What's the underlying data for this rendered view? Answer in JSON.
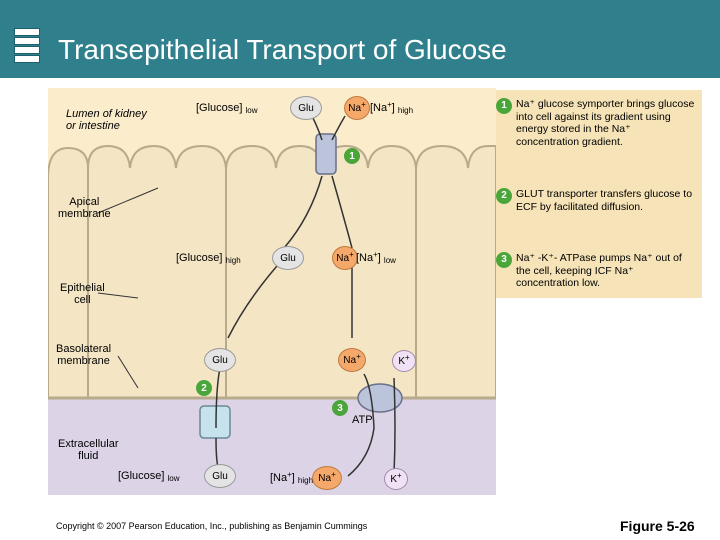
{
  "header": {
    "title": "Transepithelial Transport of Glucose"
  },
  "labels": {
    "lumen": "Lumen of kidney\nor intestine",
    "apical": "Apical\nmembrane",
    "epithelial": "Epithelial\ncell",
    "basolateral": "Basolateral\nmembrane",
    "ecf": "Extracellular\nfluid"
  },
  "lumen": {
    "glucose_label": "[Glucose]",
    "glucose_sub": "low",
    "glu": "Glu",
    "na": "Na",
    "na_sup": "+",
    "na_conc": "[Na",
    "na_conc_close": "]",
    "na_conc_sub": "high"
  },
  "cell": {
    "glucose_label": "[Glucose]",
    "glucose_sub": "high",
    "glu": "Glu",
    "na": "Na",
    "na_sup": "+",
    "na_conc": "[Na",
    "na_conc_close": "]",
    "na_conc_sub": "low",
    "glu2": "Glu",
    "na2": "Na",
    "k": "K",
    "k_sup": "+"
  },
  "ecf": {
    "glucose_label": "[Glucose]",
    "glucose_sub": "low",
    "glu": "Glu",
    "na_conc": "[Na",
    "na_conc_close": "]",
    "na_conc_sub": "high",
    "na": "Na",
    "k": "K",
    "atp": "ATP"
  },
  "steps": {
    "one": "1",
    "two": "2",
    "three": "3"
  },
  "notes": [
    {
      "num": "1",
      "text": "Na⁺ glucose symporter brings glucose into cell against its gradient using energy stored in the Na⁺ concentration gradient."
    },
    {
      "num": "2",
      "text": "GLUT transporter transfers glucose to ECF by facilitated diffusion."
    },
    {
      "num": "3",
      "text": "Na⁺ -K⁺- ATPase pumps Na⁺ out of the cell, keeping ICF Na⁺ concentration low."
    }
  ],
  "footer": {
    "copyright": "Copyright © 2007 Pearson Education, Inc., publishing as Benjamin Cummings",
    "figure": "Figure 5-26"
  },
  "colors": {
    "header": "#2f7f8c",
    "lumen": "#fbeccc",
    "cell": "#f4e6c4",
    "ecf": "#dcd3e6",
    "membrane": "#c8c0a8",
    "na": "#f4a86a",
    "k": "#f0e2f4",
    "glu": "#e4e4e4",
    "transporter": "#bcc4dc",
    "glut": "#c6e2ec",
    "step": "#4aa63a",
    "notes": "#f6e4b8"
  }
}
